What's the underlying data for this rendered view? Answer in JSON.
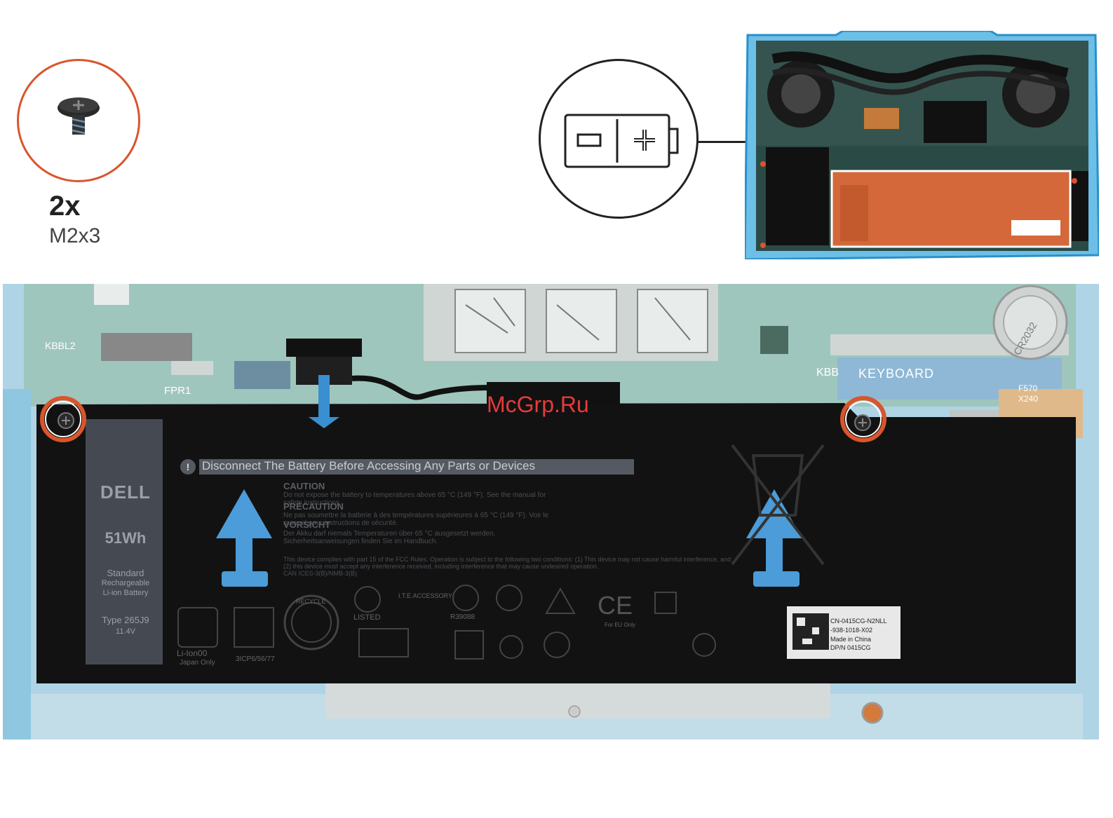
{
  "screws": {
    "count": "2x",
    "size": "M2x3"
  },
  "watermark": "McGrp.Ru",
  "battery_label": {
    "warning": "Disconnect The Battery Before Accessing Any Parts or Devices",
    "brand": "DELL",
    "capacity": "51Wh",
    "line1": "Standard",
    "line2": "Rechargeable",
    "line3": "Li-ion Battery",
    "type": "Type 265J9",
    "voltage": "11.4V",
    "caution_title": "CAUTION",
    "caution_text": "Do not expose the battery to temperatures above 65 °C (149 °F). See the manual for safety instructions.",
    "precaution_title": "PRÉCAUTION",
    "precaution_text": "Ne pas soumettre la batterie à des températures supérieures à 65 °C (149 °F). Voir le manuel pour instructions de sécurité.",
    "vorsicht_title": "VORSICHT",
    "vorsicht_text": "Der Akku darf niemals Temperaturen über 65 °C ausgesetzt werden. Sicherheitsanweisungen finden Sie im Handbuch.",
    "fcc_text": "This device complies with part 15 of the FCC Rules. Operation is subject to the following two conditions: (1) This device may not cause harmful interference, and (2) this device must accept any interference received, including interference that may cause undesired operation.",
    "ices": "CAN ICES-3(B)/NMB-3(B)",
    "recycle": "RECYCLE",
    "li_ion": "Li-Ion00",
    "japan_only": "Japan Only",
    "cell_code": "3ICP6/56/77",
    "listed": "LISTED",
    "ite": "I.T.E.ACCESSORY",
    "r_code": "R39088",
    "ce": "CE",
    "foreu": "For EU Only",
    "sticker_line1": "CN-0415CG-N2NLL",
    "sticker_line2": "-938-1018-X02",
    "sticker_line3": "Made in China",
    "sticker_line4": "DP/N 0415CG"
  },
  "board_labels": {
    "kbbl": "KBBL2",
    "fpr": "FPR1",
    "keyboard": "KEYBOARD",
    "cr2032": "CR2032",
    "kbb": "KBB",
    "x240": "X240",
    "f570": "F570"
  }
}
